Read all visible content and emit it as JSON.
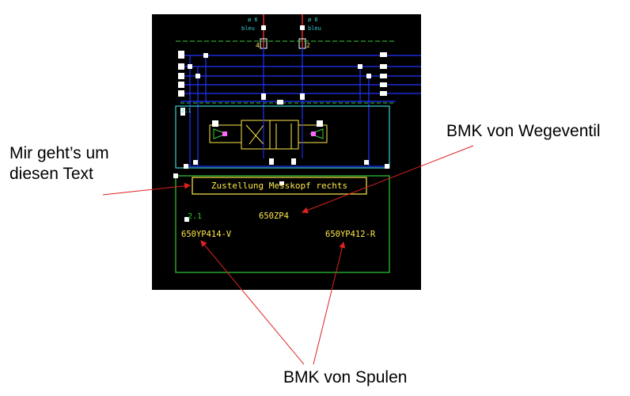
{
  "annotations": {
    "left_line1": "Mir geht’s um",
    "left_line2": "diesen Text",
    "top_right": "BMK von Wegeventil",
    "bottom": "BMK von Spulen"
  },
  "schematic": {
    "port_left": {
      "size": "ø 6",
      "color_name": "bleu",
      "number": "4"
    },
    "port_right": {
      "size": "ø 6",
      "color_name": "bleu",
      "number": "2"
    },
    "text_box": "Zustellung Messkopf rechts",
    "label_valve": "650ZP4",
    "label_coil_left": "650YP414-V",
    "label_coil_right": "650YP412-R",
    "label_ref": "2.1",
    "label_ref_small": "2.1"
  },
  "colors": {
    "background": "#000000",
    "frame_green": "#33cc33",
    "wire_blue": "#2233ff",
    "text_yellow": "#ffe84a",
    "pipe_cyan": "#39d0d0",
    "pipe_red": "#e03030",
    "arrow_red": "#e02020"
  }
}
